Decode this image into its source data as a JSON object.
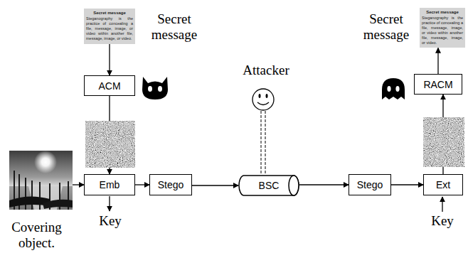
{
  "diagram": {
    "nodes": [
      {
        "text": [
          "Secret message",
          "Steganography is the practice of concealing a file, message, image, or video within another file, message, image, or video."
        ]
      },
      {
        "text": [
          "ACM"
        ]
      },
      {
        "text": [
          "Covering object."
        ]
      },
      {
        "text": [
          "Emb"
        ]
      },
      {
        "text": [
          "Stego"
        ]
      },
      {
        "text": [
          "BSC"
        ]
      },
      {
        "text": [
          "Stego"
        ]
      },
      {
        "text": [
          "Ext"
        ]
      },
      {
        "text": [
          "RACM"
        ]
      },
      {
        "text": [
          "Secret message",
          "Steganography is the practice of concealing a file, message, image, or video within another file, message, image, or video."
        ]
      }
    ],
    "edges": [
      {
        "from": 0,
        "to": 1,
        "arrow": "to"
      },
      {
        "from": 1,
        "to": 3,
        "arrow": "to"
      },
      {
        "from": 2,
        "to": 3,
        "arrow": "to"
      },
      {
        "from": 3,
        "to": 4,
        "arrow": "to"
      },
      {
        "from": 4,
        "to": 5,
        "arrow": "to"
      },
      {
        "from": 5,
        "to": 6,
        "arrow": "to"
      },
      {
        "from": 6,
        "to": 7,
        "arrow": "to"
      },
      {
        "from": 7,
        "to": 8,
        "arrow": "to"
      },
      {
        "from": 8,
        "to": 9,
        "arrow": "to"
      }
    ],
    "labels": [
      "Secret message",
      "Key",
      "Attacker",
      "Secret message",
      "Key"
    ]
  }
}
